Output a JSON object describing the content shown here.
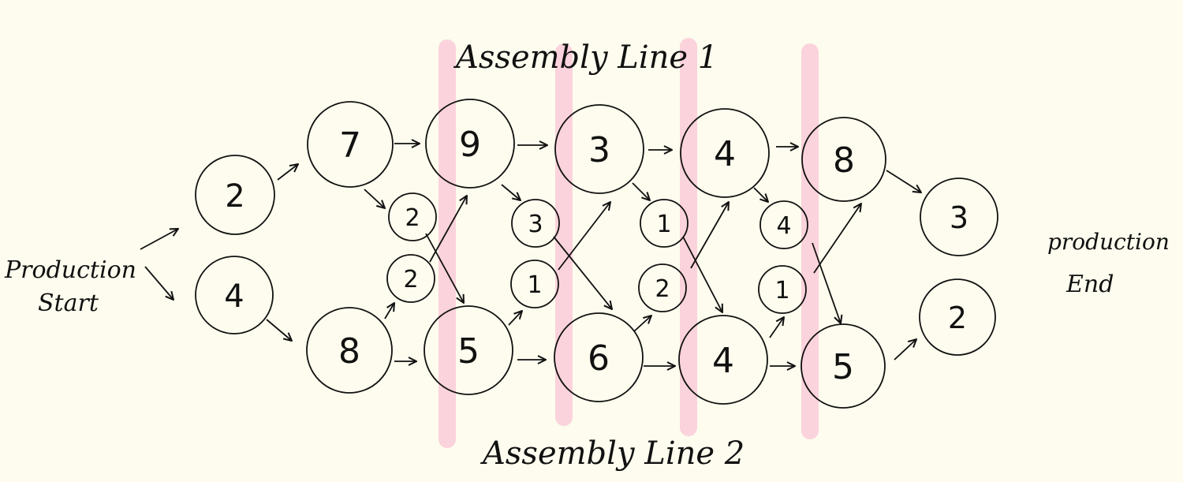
{
  "labels": {
    "start_line1": "Production",
    "start_line2": "Start",
    "end_line1": "production",
    "end_line2": "End",
    "line1": "Assembly Line 1",
    "line2": "Assembly Line 2"
  },
  "colors": {
    "background": "#fdfcee",
    "band": "#fbd3dc",
    "ink": "#111111"
  },
  "nodes": {
    "entry_top": "2",
    "entry_bottom": "4",
    "l1_s1": "7",
    "l1_s2": "9",
    "l1_s3": "3",
    "l1_s4": "4",
    "l1_s5": "8",
    "l2_s1": "8",
    "l2_s2": "5",
    "l2_s3": "6",
    "l2_s4": "4",
    "l2_s5": "5",
    "t12_1": "2",
    "t21_1": "2",
    "t12_2": "3",
    "t21_2": "1",
    "t12_3": "1",
    "t21_3": "2",
    "t12_4": "4",
    "t21_4": "1",
    "exit_top": "3",
    "exit_bottom": "2"
  }
}
